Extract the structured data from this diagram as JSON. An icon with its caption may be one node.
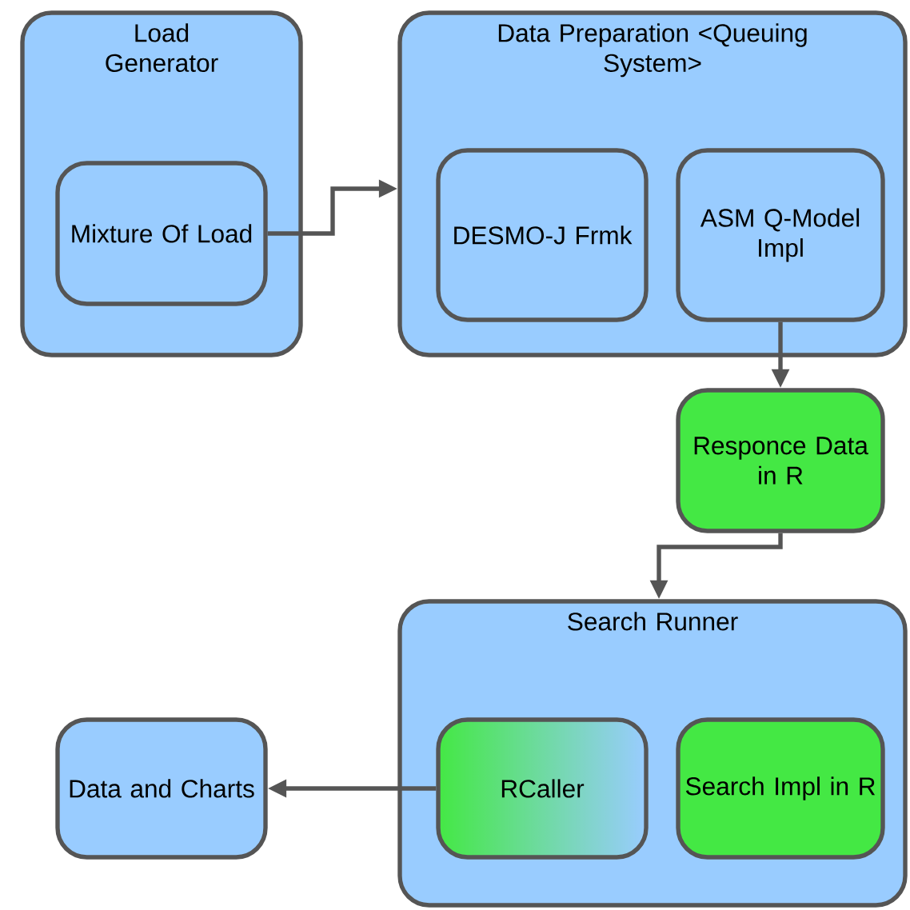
{
  "diagram": {
    "nodes": [
      {
        "text": [
          "Load Generator"
        ]
      },
      {
        "text": [
          "Mixture Of Load"
        ],
        "in": 0
      },
      {
        "text": [
          "Data Preparation <Queuing System>"
        ]
      },
      {
        "text": [
          "DESMO-J Frmk"
        ],
        "in": 2
      },
      {
        "text": [
          "ASM Q-Model Impl"
        ],
        "in": 2
      },
      {
        "text": [
          "Responce Data in R"
        ]
      },
      {
        "text": [
          "Search Runner"
        ]
      },
      {
        "text": [
          "RCaller"
        ],
        "in": 6
      },
      {
        "text": [
          "Search Impl in R"
        ],
        "in": 6
      },
      {
        "text": [
          "Data and Charts"
        ]
      }
    ],
    "edges": [
      {
        "from": 1,
        "to": 2,
        "arrow": "to"
      },
      {
        "from": 4,
        "to": 5,
        "arrow": "to"
      },
      {
        "from": 5,
        "to": 6,
        "arrow": "to"
      },
      {
        "from": 7,
        "to": 9,
        "arrow": "to"
      }
    ]
  }
}
